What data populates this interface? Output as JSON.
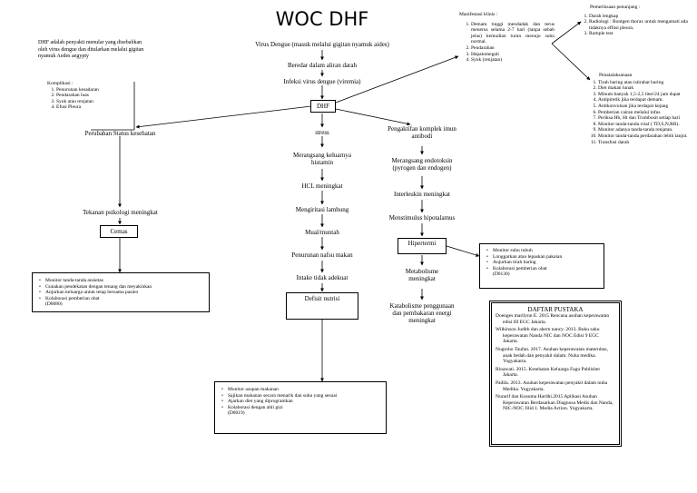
{
  "title": "WOC DHF",
  "definition": "DHF adalah penyakit menular yang disebabkan oleh virus dengue dan ditularkan melalui gigitan nyamuk Aedes aegypty",
  "komplikasi": {
    "heading": "Komplikasi :",
    "items": [
      "Penurunan kesadaran",
      "Pendarahan luas",
      "Syok atau renjatan",
      "Efusi Pleura"
    ]
  },
  "flow": {
    "virus": "Virus Dengue (masuk melalui gigitan nyamuk aides)",
    "beredar": "Beredar dalam aliran darah",
    "infeksi": "Infeksi virus dengue (viremia)",
    "dhf": "DHF",
    "perubahan": "Perubahan Status kesehatan",
    "tekanan": "Tekanan psikologi meningkat",
    "cemas": "Cemas",
    "stress": "stress",
    "merangsang1": "Merangsang keluarnya",
    "merangsang2": "histamin",
    "hcl": "HCL meningkat",
    "iritasi": "Mengiritasi lambung",
    "mual": "Mual/muntah",
    "penurunan": "Penurunan nafsu makan",
    "intake": "Intake tidak adekuat",
    "defisit": "Defisit nutrisi",
    "pengaktifan1": "Pengaktifan komplek imun",
    "pengaktifan2": "antibodi",
    "endotoksin1": "Merangsang endotoksin",
    "endotoksin2": "(pyrogen dan endogen)",
    "interleukin": "Interleukin meningkat",
    "hipotalamus": "Menstimulus hipotalamus",
    "hipertermi": "Hipertermi",
    "metabolisme1": "Metabolisme",
    "metabolisme2": "meningkat",
    "katabolisme1": "Katabolisme penggunaan",
    "katabolisme2": "dan pembakaran energi",
    "katabolisme3": "meningkat"
  },
  "manifestasi": {
    "heading": "Manifestasi klinis :",
    "items": [
      "Demam tinggi mendadak dan terus menerus selama 2-7 hari (tanpa sebab jelas) kemudian turun menuju suhu normal.",
      "Pendarahan",
      "Hepatomegali",
      "Syok (renjatan)"
    ]
  },
  "pemeriksaan": {
    "heading": "Pemeriksaan penunjang :",
    "items": [
      "Darah lengkap",
      "Radiologi : Rontgen thorax untuk mengamati ada tidaknya effusi pleura.",
      "Rumple test"
    ]
  },
  "penatalaksanaan": {
    "heading": "Penatalaksanaan",
    "items": [
      "Tirah baring atau istirahat baring",
      "Diet makan lunak",
      "Minum banyak 1,5-2,5 liter/24 jam dapat",
      "Antipiretik jika terdapat demam.",
      "Antikonvulsan jika terdapat kejang",
      "Pemberian cairan melalui infus",
      "Periksa Hb, Ht dan Trombosit setiap hari",
      "Monitor tanda-tanda vital ( TD,S,N,RR).",
      "Monitor adanya tanda-tanda renjatan.",
      "Monitor tanda-tanda perdarahan lebih lanjut.",
      "Transfusi darah"
    ]
  },
  "intervensi_cemas": {
    "items": [
      "Monitor tanda-tanda ansietas",
      "Gunakan pendekatan dengan tenang dan meyakinkan",
      "Anjurkan keluarga untuk tetap bersama pasien",
      "Kolaborasi pemberian obat"
    ],
    "code": "(D0080)"
  },
  "intervensi_hipertermi": {
    "items": [
      "Monitor suhu tubuh",
      "Longgarkan atau lepaskan pakaian",
      "Anjurkan tirah baring",
      "Kolaborasi pemberian obat"
    ],
    "code": "(D0130)"
  },
  "intervensi_nutrisi": {
    "items": [
      "Monitor asupan makanan",
      "Sajikan makanan secara menarik dan suhu yang sesuai",
      "Ajarkan diet yang diprogramkan",
      "Kolaborasi dengan ahli gizi"
    ],
    "code": "(D0019)"
  },
  "daftar_pustaka": {
    "heading": "DAFTAR PUSTAKA",
    "refs": [
      "Doenges marilynn E. 2015 Rencana asuhan keperawatan edisi III EGC Jakarta.",
      "Wilkinson Judith dan ahern nancy. 2013. Buku saku keperawatan Nanda NIC dan NOC Edisi 9 EGC Jakarta.",
      "Nugroho Taufan. 2017. Asuhan keperawatan maternitas, anak bedah dan penyakit dalam. Nuha medika. Yogyakarta.",
      "Rinawati. 2015. Kesehatan Keluarga Fagu Publisher Jakarta.",
      "Padila. 2013. Asuhan keperawatan penyakit dalam nuha Medika. Yogyakarta.",
      "Nurarif dan Kusuma Hardhi.2015 Aplikasi Asuhan Keperawatan Berdasarkan Diagnosa Medis dan Nanda, NIC-NOC Jilid 1. Media Action. Yogyakarta."
    ]
  }
}
